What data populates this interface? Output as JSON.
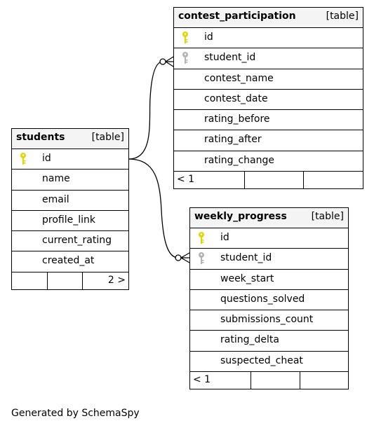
{
  "tables": {
    "contest_participation": {
      "name": "contest_participation",
      "kind": "[table]",
      "columns": [
        {
          "label": "id",
          "key": "primary"
        },
        {
          "label": "student_id",
          "key": "foreign"
        },
        {
          "label": "contest_name",
          "key": "none"
        },
        {
          "label": "contest_date",
          "key": "none"
        },
        {
          "label": "rating_before",
          "key": "none"
        },
        {
          "label": "rating_after",
          "key": "none"
        },
        {
          "label": "rating_change",
          "key": "none"
        }
      ],
      "footer_text": "< 1"
    },
    "students": {
      "name": "students",
      "kind": "[table]",
      "columns": [
        {
          "label": "id",
          "key": "primary"
        },
        {
          "label": "name",
          "key": "none"
        },
        {
          "label": "email",
          "key": "none"
        },
        {
          "label": "profile_link",
          "key": "none"
        },
        {
          "label": "current_rating",
          "key": "none"
        },
        {
          "label": "created_at",
          "key": "none"
        }
      ],
      "footer_text": "2 >"
    },
    "weekly_progress": {
      "name": "weekly_progress",
      "kind": "[table]",
      "columns": [
        {
          "label": "id",
          "key": "primary"
        },
        {
          "label": "student_id",
          "key": "foreign"
        },
        {
          "label": "week_start",
          "key": "none"
        },
        {
          "label": "questions_solved",
          "key": "none"
        },
        {
          "label": "submissions_count",
          "key": "none"
        },
        {
          "label": "rating_delta",
          "key": "none"
        },
        {
          "label": "suspected_cheat",
          "key": "none"
        }
      ],
      "footer_text": "< 1"
    }
  },
  "colors": {
    "primary_key": "#e1d600",
    "foreign_key": "#b4b4b4",
    "header_bg": "#f4f4f4"
  },
  "credit": "Generated by SchemaSpy"
}
